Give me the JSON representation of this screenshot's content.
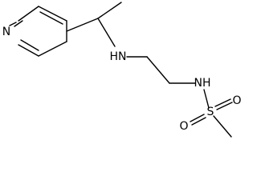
{
  "molecule": {
    "atoms": {
      "pyridine_n": "N",
      "amine_nh": "HN",
      "sulfonamide_nh": "NH",
      "sulfur": "S",
      "oxygen_top": "O",
      "oxygen_bottom": "O"
    }
  }
}
